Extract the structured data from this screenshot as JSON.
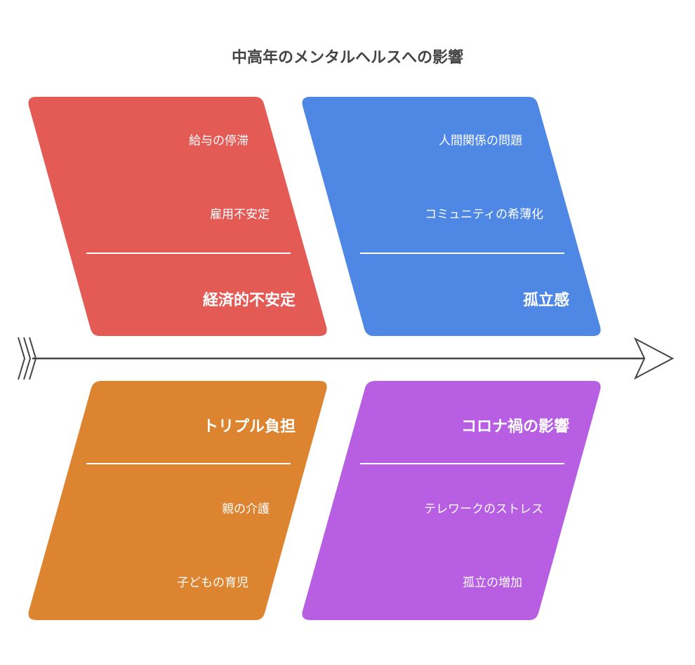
{
  "title": "中高年のメンタルヘルスへの影響",
  "colors": {
    "economic": "#E45A55",
    "isolation": "#4E88E4",
    "triple": "#DD8430",
    "corona": "#B75EE2",
    "spine": "#444444"
  },
  "categories": [
    {
      "id": "economic",
      "label": "経済的不安定",
      "items": [
        "給与の停滞",
        "雇用不安定"
      ]
    },
    {
      "id": "isolation",
      "label": "孤立感",
      "items": [
        "人間関係の問題",
        "コミュニティの希薄化"
      ]
    },
    {
      "id": "triple",
      "label": "トリプル負担",
      "items": [
        "親の介護",
        "子どもの育児"
      ]
    },
    {
      "id": "corona",
      "label": "コロナ禍の影響",
      "items": [
        "テレワークのストレス",
        "孤立の増加"
      ]
    }
  ]
}
